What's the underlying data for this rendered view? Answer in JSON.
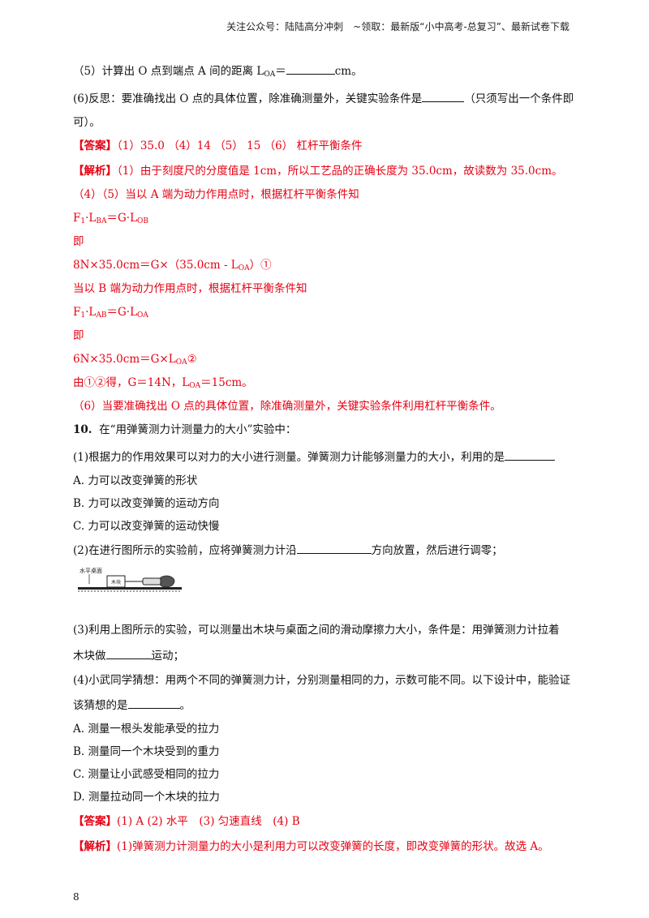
{
  "header": "关注公众号：陆陆高分冲刺　~领取：最新版“小中高考-总复习”、最新试卷下载",
  "q5": {
    "pre": "（5）计算出 O 点到端点 A 间的距离 L",
    "sub": "OA",
    "eq": "＝",
    "post": "cm。"
  },
  "q6": {
    "line1_pre": "(6)反思：要准确找出 O 点的具体位置，除准确测量外，关键实验条件是",
    "line1_post": "（只须写出一个条件即",
    "line2": "可）。"
  },
  "ans9": {
    "tag": "【答案】",
    "text": "（1）35.0 （4）14 （5） 15 （6） 杠杆平衡条件"
  },
  "exp9": {
    "tag": "【解析】",
    "l1": "（1）由于刻度尺的分度值是 1cm，所以工艺品的正确长度为 35.0cm，故读数为 35.0cm。",
    "l2": "（4）（5）当以 A 端为动力作用点时，根据杠杆平衡条件知",
    "f1a": "F",
    "f1b": "1",
    "f1c": "·L",
    "f1d": "BA",
    "f1e": "＝G·L",
    "f1f": "OB",
    "ji1": "即",
    "e1a": "8N×35.0cm＝G×（35.0cm - L",
    "e1b": "OA",
    "e1c": "）①",
    "l3": "当以 B 端为动力作用点时，根据杠杆平衡条件知",
    "f2a": "F",
    "f2b": "1",
    "f2c": "·L",
    "f2d": "AB",
    "f2e": "＝G·L",
    "f2f": "OA",
    "ji2": "即",
    "e2a": "6N×35.0cm＝G×L",
    "e2b": "OA",
    "e2c": "②",
    "r1": "由①②得，G＝14N，L",
    "r2": "OA",
    "r3": "＝15cm。",
    "l4": "（6）当要准确找出 O 点的具体位置，除准确测量外，关键实验条件利用杠杆平衡条件。"
  },
  "q10": {
    "num": "10.",
    "stem": "在“用弹簧测力计测量力的大小”实验中：",
    "p1": "(1)根据力的作用效果可以对力的大小进行测量。弹簧测力计能够测量力的大小，利用的是",
    "p1a": "A. 力可以改变弹簧的形状",
    "p1b": "B. 力可以改变弹簧的运动方向",
    "p1c": "C. 力可以改变弹簧的运动快慢",
    "p2_pre": "(2)在进行图所示的实验前，应将弹簧测力计沿",
    "p2_post": "方向放置，然后进行调零；",
    "fig_label1": "水平桌面",
    "fig_label2": "木块",
    "p3_l1": "(3)利用上图所示的实验，可以测量出木块与桌面之间的滑动摩擦力大小，条件是：用弹簧测力计拉着",
    "p3_l2_pre": "木块做",
    "p3_l2_post": "运动；",
    "p4_l1": "(4)小武同学猜想：用两个不同的弹簧测力计，分别测量相同的力，示数可能不同。以下设计中，能验证",
    "p4_l2_pre": "该猜想的是",
    "p4_l2_post": "。",
    "p4a": "A. 测量一根头发能承受的拉力",
    "p4b": "B. 测量同一个木块受到的重力",
    "p4c": "C. 测量让小武感受相同的拉力",
    "p4d": "D. 测量拉动同一个木块的拉力"
  },
  "ans10": {
    "tag": "【答案】",
    "text": "(1) A (2) 水平　(3) 匀速直线　(4) B"
  },
  "exp10": {
    "tag": "【解析】",
    "text": "(1)弹簧测力计测量力的大小是利用力可以改变弹簧的长度，即改变弹簧的形状。故选 A。"
  },
  "page_number": "8"
}
